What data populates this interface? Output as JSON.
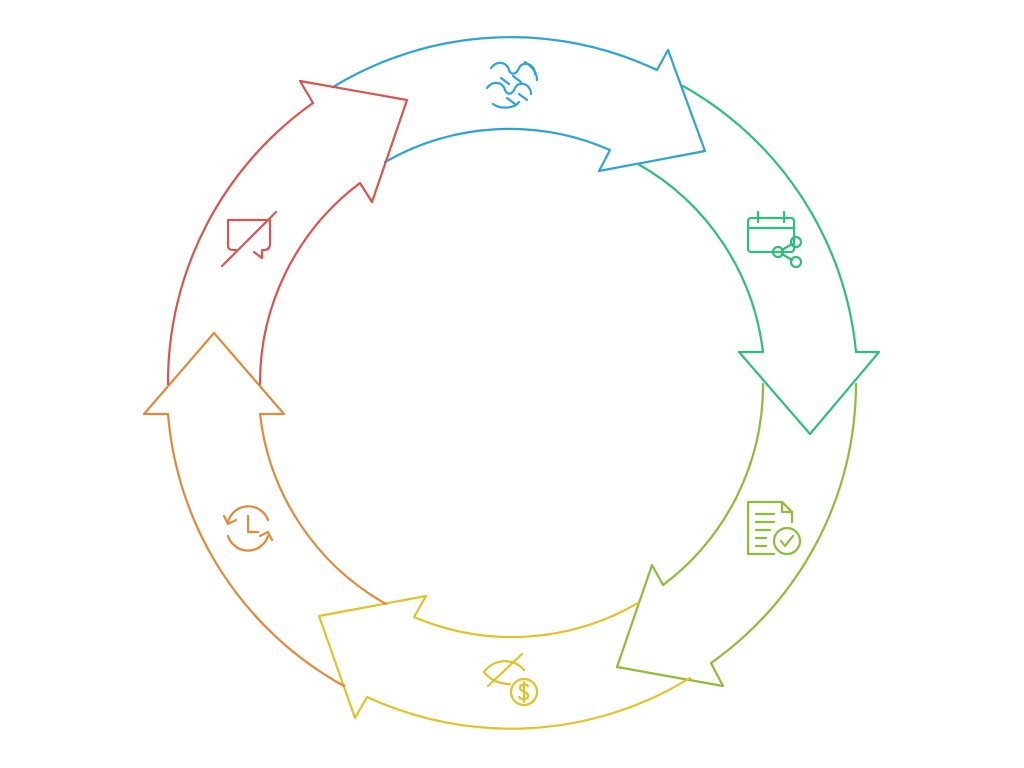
{
  "diagram": {
    "type": "cycle",
    "segments": [
      {
        "id": "teamwork",
        "icon": "puzzle-hands-icon",
        "color": "#2ea3d6"
      },
      {
        "id": "scheduling",
        "icon": "calendar-share-icon",
        "color": "#2fbf7a"
      },
      {
        "id": "approval",
        "icon": "document-check-icon",
        "color": "#8cbd37"
      },
      {
        "id": "hidden-costs",
        "icon": "eye-off-dollar-icon",
        "color": "#e0c22a"
      },
      {
        "id": "delays",
        "icon": "clock-cycle-icon",
        "color": "#e08a3a"
      },
      {
        "id": "no-feedback",
        "icon": "message-off-icon",
        "color": "#d9534f"
      }
    ]
  }
}
